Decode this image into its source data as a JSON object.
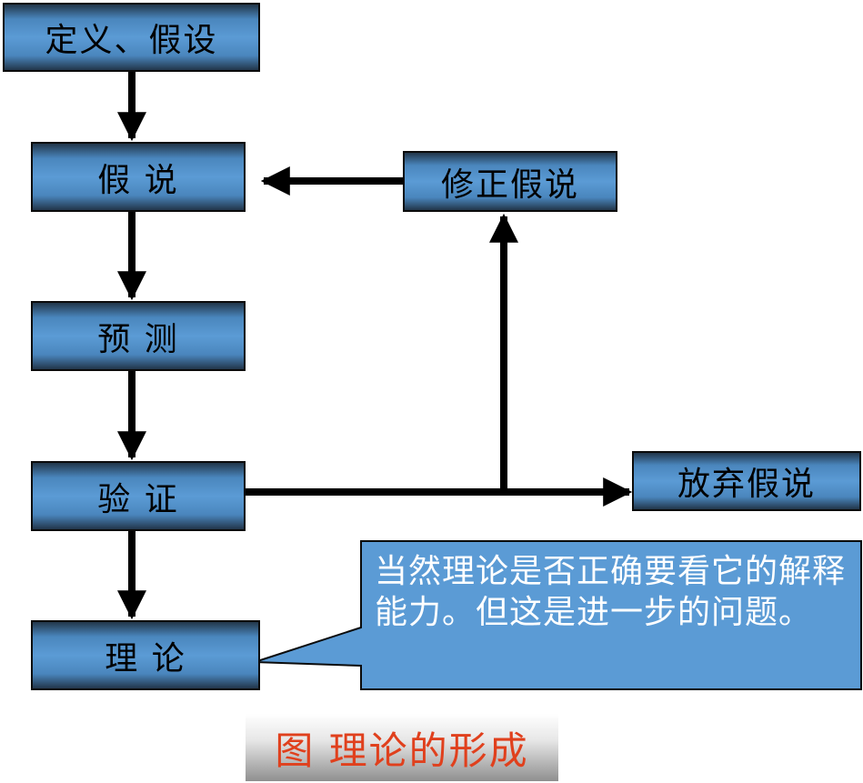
{
  "nodes": {
    "definition": "定义、假设",
    "hypothesis": "假 说",
    "revise": "修正假说",
    "prediction": "预 测",
    "verification": "验 证",
    "abandon": "放弃假说",
    "theory": "理 论"
  },
  "callout": "当然理论是否正确要看它的解释能力。但这是进一步的问题。",
  "caption": "图 理论的形成",
  "colors": {
    "box_fill": "#5b9bd5",
    "callout_fill": "#5b9bd5",
    "caption_text": "#e0401d",
    "arrow": "#000000"
  }
}
